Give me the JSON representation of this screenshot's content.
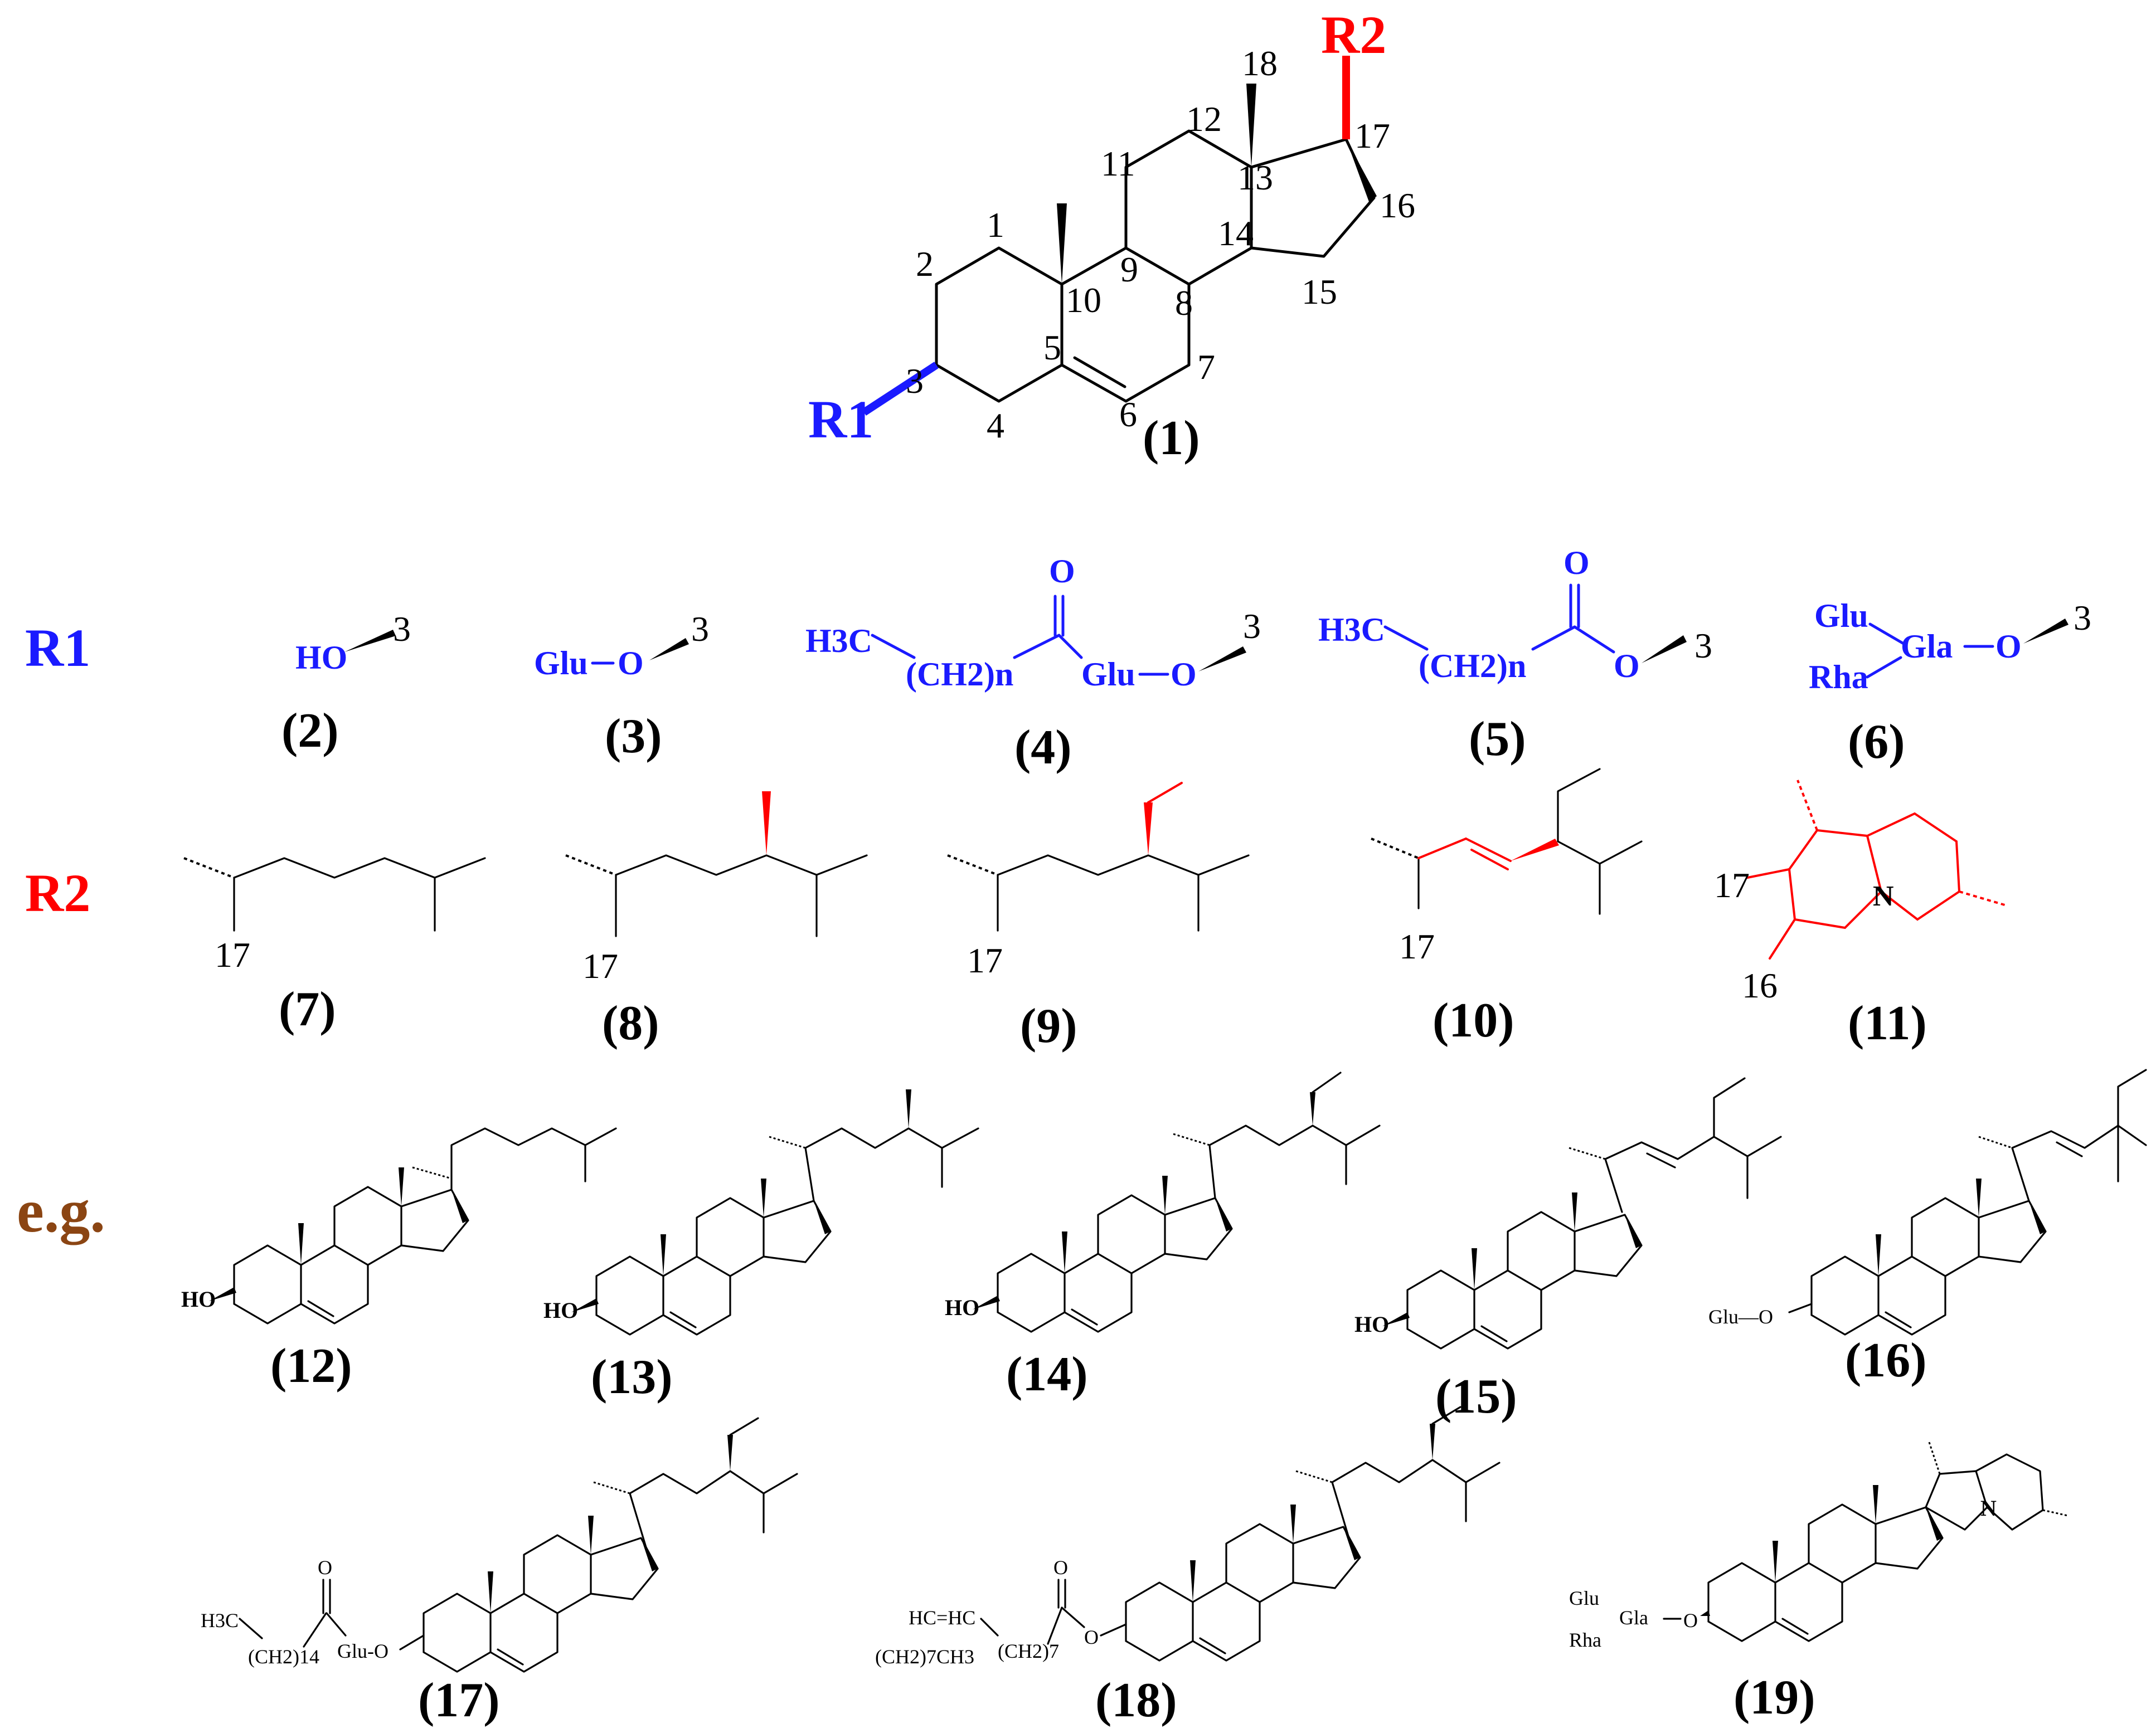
{
  "core": {
    "numbers": [
      "1",
      "2",
      "3",
      "4",
      "5",
      "6",
      "7",
      "8",
      "9",
      "10",
      "11",
      "12",
      "13",
      "14",
      "15",
      "16",
      "17",
      "18"
    ],
    "r1": "R1",
    "r2": "R2",
    "compound": "(1)"
  },
  "row_labels": {
    "r1": "R1",
    "r2": "R2",
    "eg": "e.g."
  },
  "colors": {
    "r1": "#1a1aff",
    "r2": "#ff0000",
    "eg": "#8b4513"
  },
  "r1_groups": {
    "c2": {
      "ho": "HO",
      "pos": "3",
      "label": "(2)"
    },
    "c3": {
      "glu": "Glu",
      "o": "O",
      "pos": "3",
      "label": "(3)"
    },
    "c4": {
      "h3c": "H3C",
      "ch2": "(CH2)n",
      "o_carbonyl": "O",
      "glu": "Glu",
      "o": "O",
      "pos": "3",
      "label": "(4)"
    },
    "c5": {
      "h3c": "H3C",
      "ch2": "(CH2)n",
      "o_carbonyl": "O",
      "o": "O",
      "pos": "3",
      "label": "(5)"
    },
    "c6": {
      "glu": "Glu",
      "gla": "Gla",
      "rha": "Rha",
      "o": "O",
      "pos": "3",
      "label": "(6)"
    }
  },
  "r2_groups": {
    "c7": {
      "pos": "17",
      "label": "(7)"
    },
    "c8": {
      "pos": "17",
      "label": "(8)"
    },
    "c9": {
      "pos": "17",
      "label": "(9)"
    },
    "c10": {
      "pos": "17",
      "label": "(10)"
    },
    "c11": {
      "pos17": "17",
      "pos16": "16",
      "n": "N",
      "label": "(11)"
    }
  },
  "examples": {
    "c12": {
      "sub": "HO",
      "label": "(12)"
    },
    "c13": {
      "sub": "HO",
      "label": "(13)"
    },
    "c14": {
      "sub": "HO",
      "label": "(14)"
    },
    "c15": {
      "sub": "HO",
      "label": "(15)"
    },
    "c16": {
      "sub": "Glu—O",
      "label": "(16)"
    },
    "c17": {
      "h3c": "H3C",
      "ch2": "(CH2)14",
      "glu": "Glu-O",
      "o": "O",
      "label": "(17)"
    },
    "c18": {
      "hc": "HC=HC",
      "ch2a": "(CH2)7CH3",
      "ch2b": "(CH2)7",
      "o": "O",
      "o2": "O",
      "label": "(18)"
    },
    "c19": {
      "glu": "Glu",
      "gla": "Gla",
      "rha": "Rha",
      "o": "O",
      "n": "N",
      "label": "(19)"
    }
  }
}
